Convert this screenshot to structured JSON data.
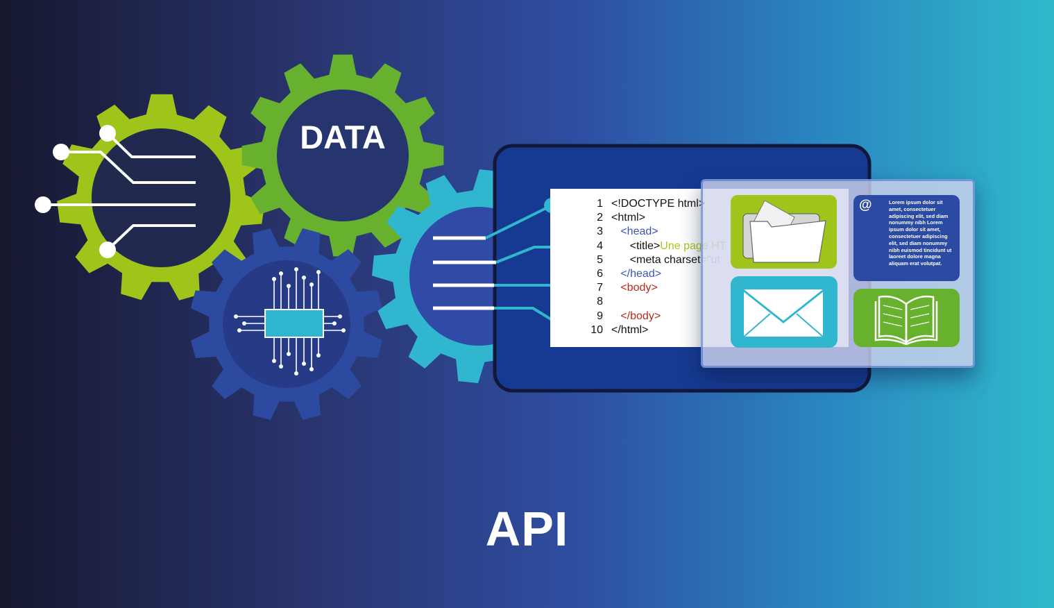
{
  "title": "API",
  "gear_label": "DATA",
  "code": {
    "lines": [
      {
        "num": "1",
        "parts": [
          {
            "t": "<!DOCTYPE html>",
            "c": ""
          }
        ]
      },
      {
        "num": "2",
        "parts": [
          {
            "t": "<html>",
            "c": ""
          }
        ]
      },
      {
        "num": "3",
        "parts": [
          {
            "t": "   <head>",
            "c": "c-tag"
          }
        ]
      },
      {
        "num": "4",
        "parts": [
          {
            "t": "      <title>",
            "c": ""
          },
          {
            "t": "Une page HT",
            "c": "c-green"
          }
        ]
      },
      {
        "num": "5",
        "parts": [
          {
            "t": "      <meta charset",
            "c": ""
          },
          {
            "t": "=\"ut",
            "c": "c-grey"
          }
        ]
      },
      {
        "num": "6",
        "parts": [
          {
            "t": "   </head>",
            "c": "c-tag"
          }
        ]
      },
      {
        "num": "7",
        "parts": [
          {
            "t": "   <body>",
            "c": "c-body"
          }
        ]
      },
      {
        "num": "8",
        "parts": [
          {
            "t": "",
            "c": ""
          }
        ]
      },
      {
        "num": "9",
        "parts": [
          {
            "t": "   </body>",
            "c": "c-body"
          }
        ]
      },
      {
        "num": "10",
        "parts": [
          {
            "t": "</html>",
            "c": ""
          }
        ]
      }
    ]
  },
  "cards": {
    "at_symbol": "@",
    "lorem": "Lorem ipsum dolor sit amet, consectetuer adipiscing elit, sed diam nonummy nibh Lorem ipsum dolor sit amet, consectetuer adipiscing elit, sed diam nonummy nibh euismod tincidunt ut laoreet dolore magna aliquam erat volutpat.",
    "icons": [
      "folder-icon",
      "envelope-icon",
      "open-book-icon"
    ]
  },
  "colors": {
    "lime": "#9fc51a",
    "green": "#68b12f",
    "navy_gear": "#2c4aa0",
    "cyan": "#31b6cf",
    "tablet": "#163a91",
    "white": "#ffffff"
  }
}
